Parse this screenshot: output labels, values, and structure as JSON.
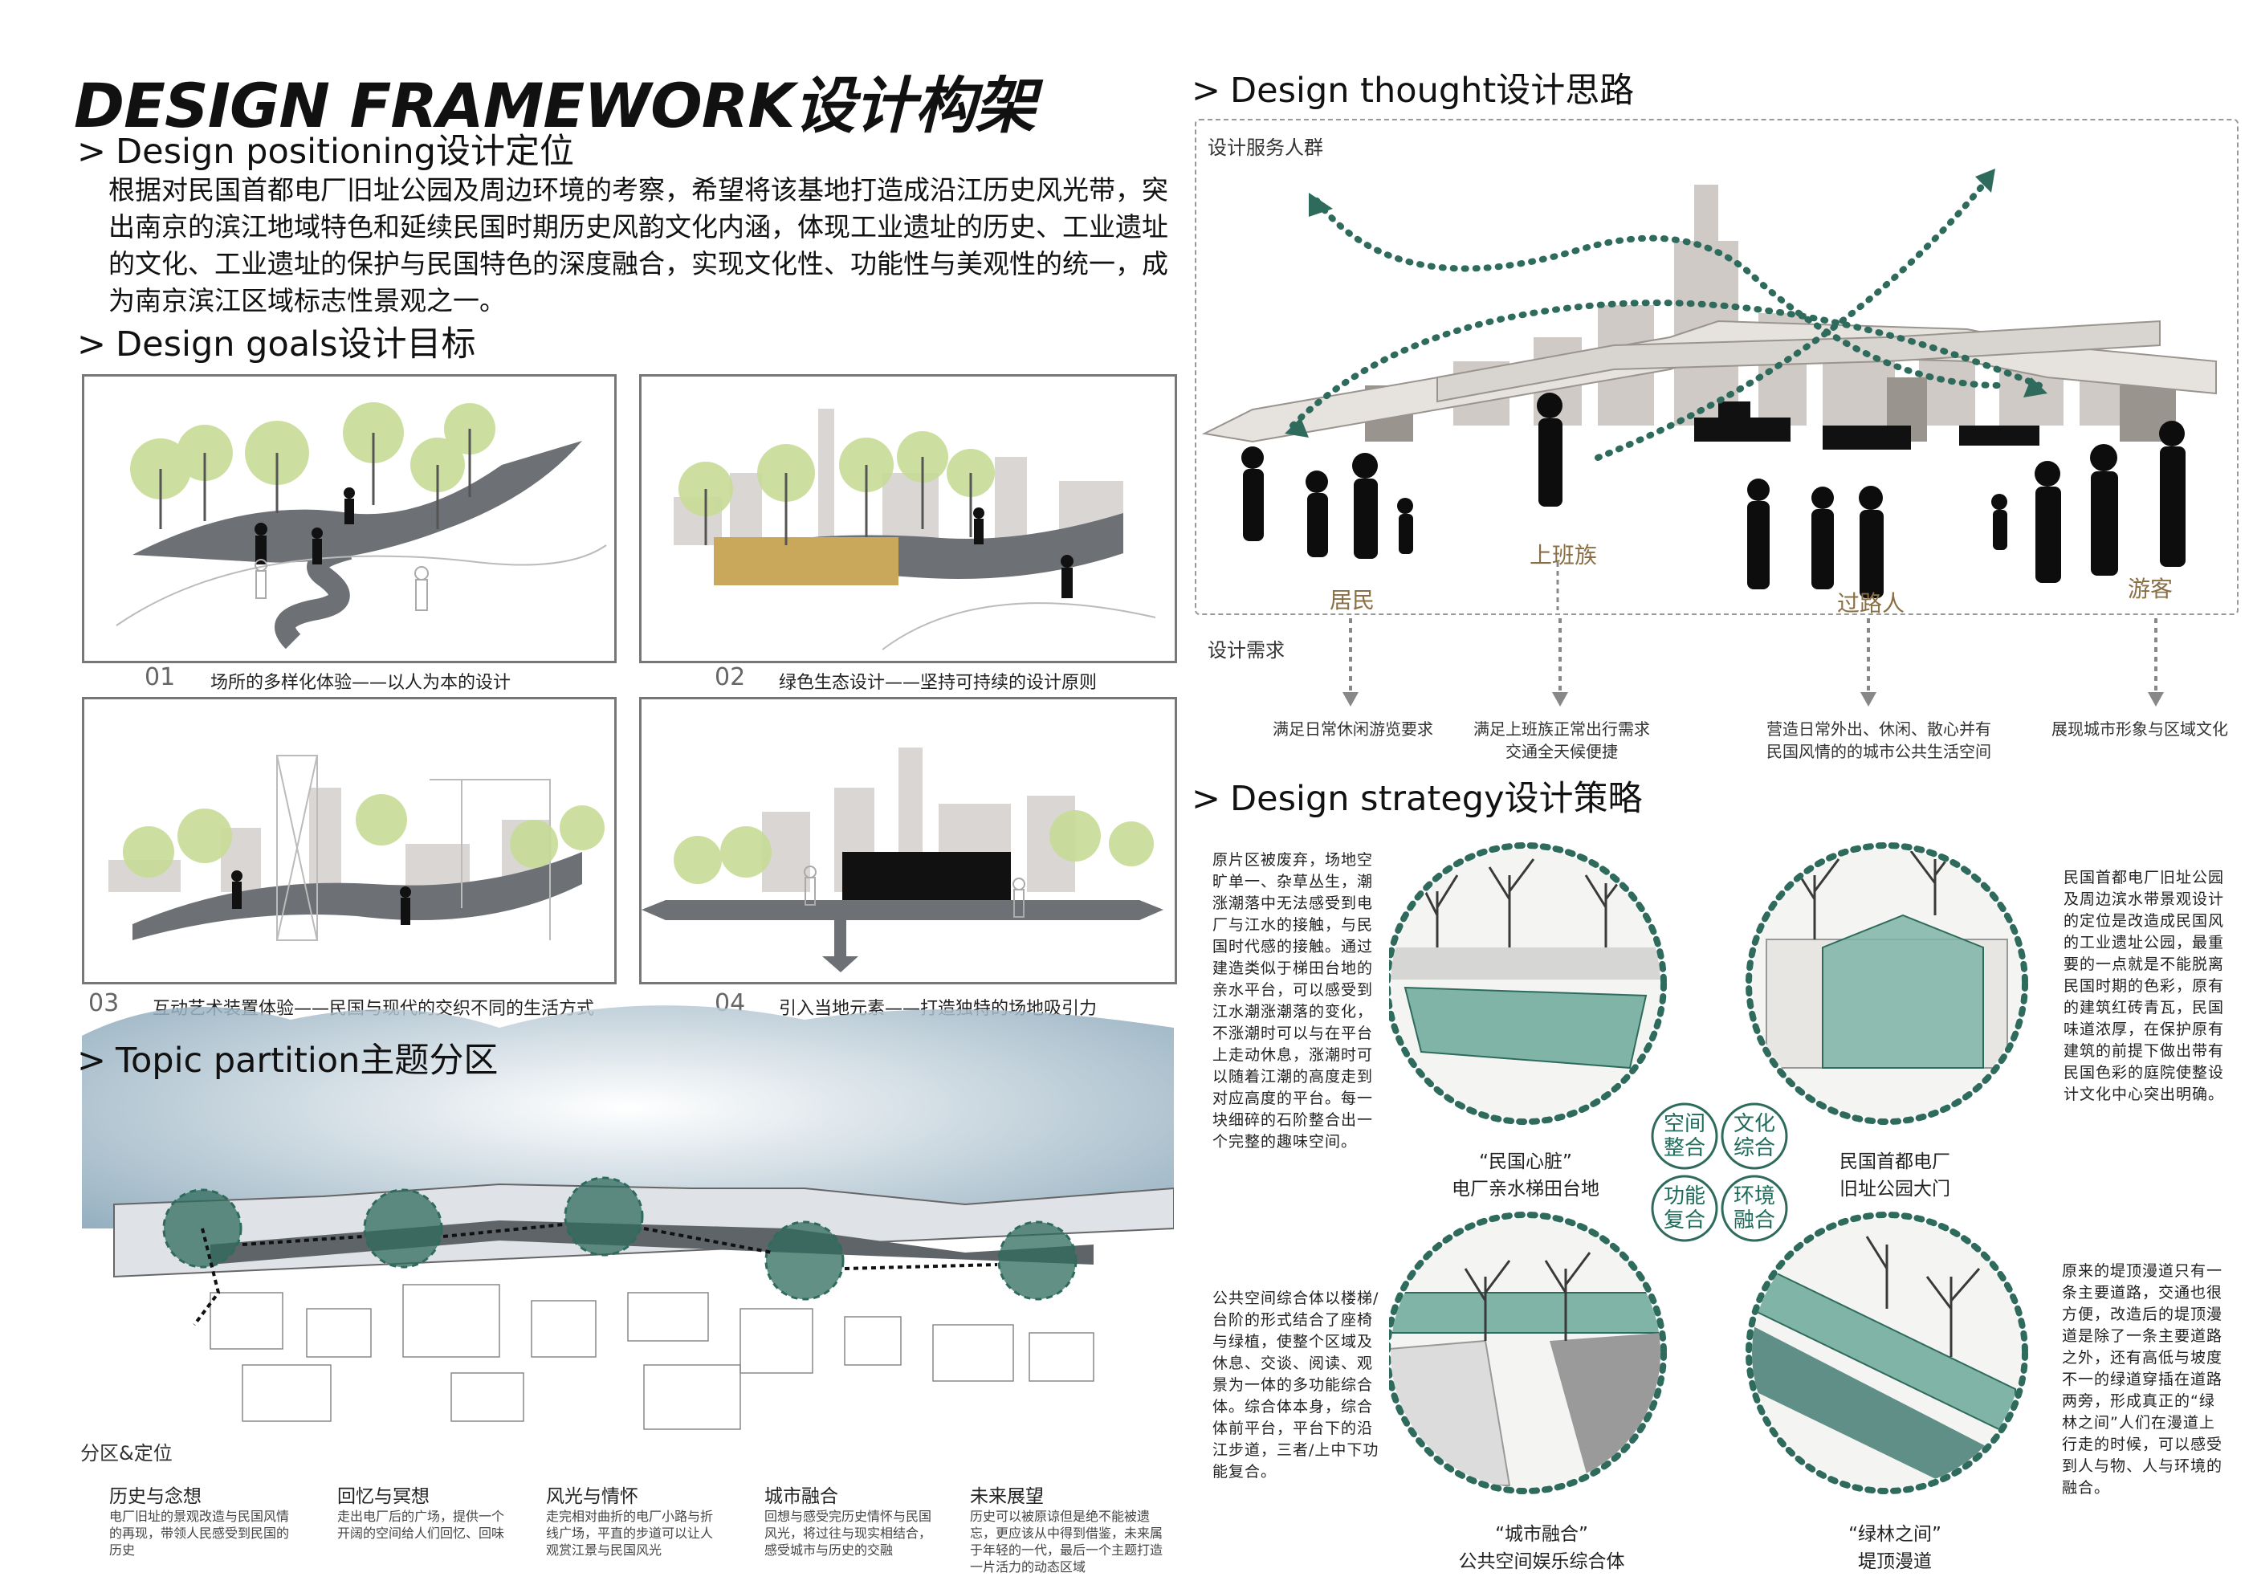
{
  "header": {
    "title": "DESIGN FRAMEWORK设计构架"
  },
  "positioning": {
    "heading": "Design positioning设计定位",
    "body": "根据对民国首都电厂旧址公园及周边环境的考察，希望将该基地打造成沿江历史风光带，突出南京的滨江地域特色和延续民国时期历史风韵文化内涵，体现工业遗址的历史、工业遗址的文化、工业遗址的保护与民国特色的深度融合，实现文化性、功能性与美观性的统一，成为南京滨江区域标志性景观之一。"
  },
  "goals": {
    "heading": "Design goals设计目标",
    "items": [
      {
        "num": "01",
        "caption": "场所的多样化体验——以人为本的设计"
      },
      {
        "num": "02",
        "caption": "绿色生态设计——坚持可持续的设计原则"
      },
      {
        "num": "03",
        "caption": "互动艺术装置体验——民国与现代的交织不同的生活方式"
      },
      {
        "num": "04",
        "caption": "引入当地元素——打造独特的场地吸引力"
      }
    ]
  },
  "topic": {
    "heading": "Topic partition主题分区",
    "subheading": "分区&定位",
    "zones": [
      {
        "title": "历史与念想",
        "text": "电厂旧址的景观改造与民国风情的再现，带领人民感受到民国的历史"
      },
      {
        "title": "回忆与冥想",
        "text": "走出电厂后的广场，提供一个开阔的空间给人们回忆、回味"
      },
      {
        "title": "风光与情怀",
        "text": "走完相对曲折的电厂小路与折线广场，平直的步道可以让人观赏江景与民国风光"
      },
      {
        "title": "城市融合",
        "text": "回想与感受完历史情怀与民国风光，将过往与现实相结合，感受城市与历史的交融"
      },
      {
        "title": "未来展望",
        "text": "历史可以被原谅但是绝不能被遗忘，更应该从中得到借鉴，未来属于年轻的一代，最后一个主题打造一片活力的动态区域"
      }
    ]
  },
  "thought": {
    "heading": "Design thought设计思路",
    "crowd_label": "设计服务人群",
    "needs_label": "设计需求",
    "roles": [
      "居民",
      "上班族",
      "过路人",
      "游客"
    ],
    "needs": [
      "满足日常休闲游览要求",
      "满足上班族正常出行需求\n交通全天候便捷",
      "营造日常外出、休闲、散心并有\n民国风情的的城市公共生活空间",
      "展现城市形象与区域文化"
    ]
  },
  "strategy": {
    "heading": "Design strategy设计策略",
    "center_tags": [
      "空间\n整合",
      "文化\n综合",
      "功能\n复合",
      "环境\n融合"
    ],
    "texts": {
      "top_left": "原片区被废弃，场地空旷单一、杂草丛生，潮涨潮落中无法感受到电厂与江水的接触，与民国时代感的接触。通过建造类似于梯田台地的亲水平台，可以感受到江水潮涨潮落的变化，不涨潮时可以与在平台上走动休息，涨潮时可以随着江潮的高度走到对应高度的平台。每一块细碎的石阶整合出一个完整的趣味空间。",
      "top_right": "民国首都电厂旧址公园及周边滨水带景观设计的定位是改造成民国风的工业遗址公园，最重要的一点就是不能脱离民国时期的色彩，原有的建筑红砖青瓦，民国味道浓厚，在保护原有建筑的前提下做出带有民国色彩的庭院使整设计文化中心突出明确。",
      "bottom_left": "公共空间综合体以楼梯/台阶的形式结合了座椅与绿植，使整个区域及休息、交谈、阅读、观景为一体的多功能综合体。综合体本身，综合体前平台，平台下的沿江步道，三者/上中下功能复合。",
      "bottom_right": "原来的堤顶漫道只有一条主要道路，交通也很方便，改造后的堤顶漫道是除了一条主要道路之外，还有高低与坡度不一的绿道穿插在道路两旁，形成真正的“绿林之间”人们在漫道上行走的时候，可以感受到人与物、人与环境的融合。"
    },
    "captions": {
      "tl": "“民国心脏”\n电厂亲水梯田台地",
      "tr": "民国首都电厂\n旧址公园大门",
      "bl": "“城市融合”\n公共空间娱乐综合体",
      "br": "“绿林之间”\n堤顶漫道"
    }
  },
  "colors": {
    "accent_green": "#2f6b5c",
    "teal": "#5ea393",
    "leaf": "#c8dc96",
    "path_gray": "#6d7074"
  }
}
